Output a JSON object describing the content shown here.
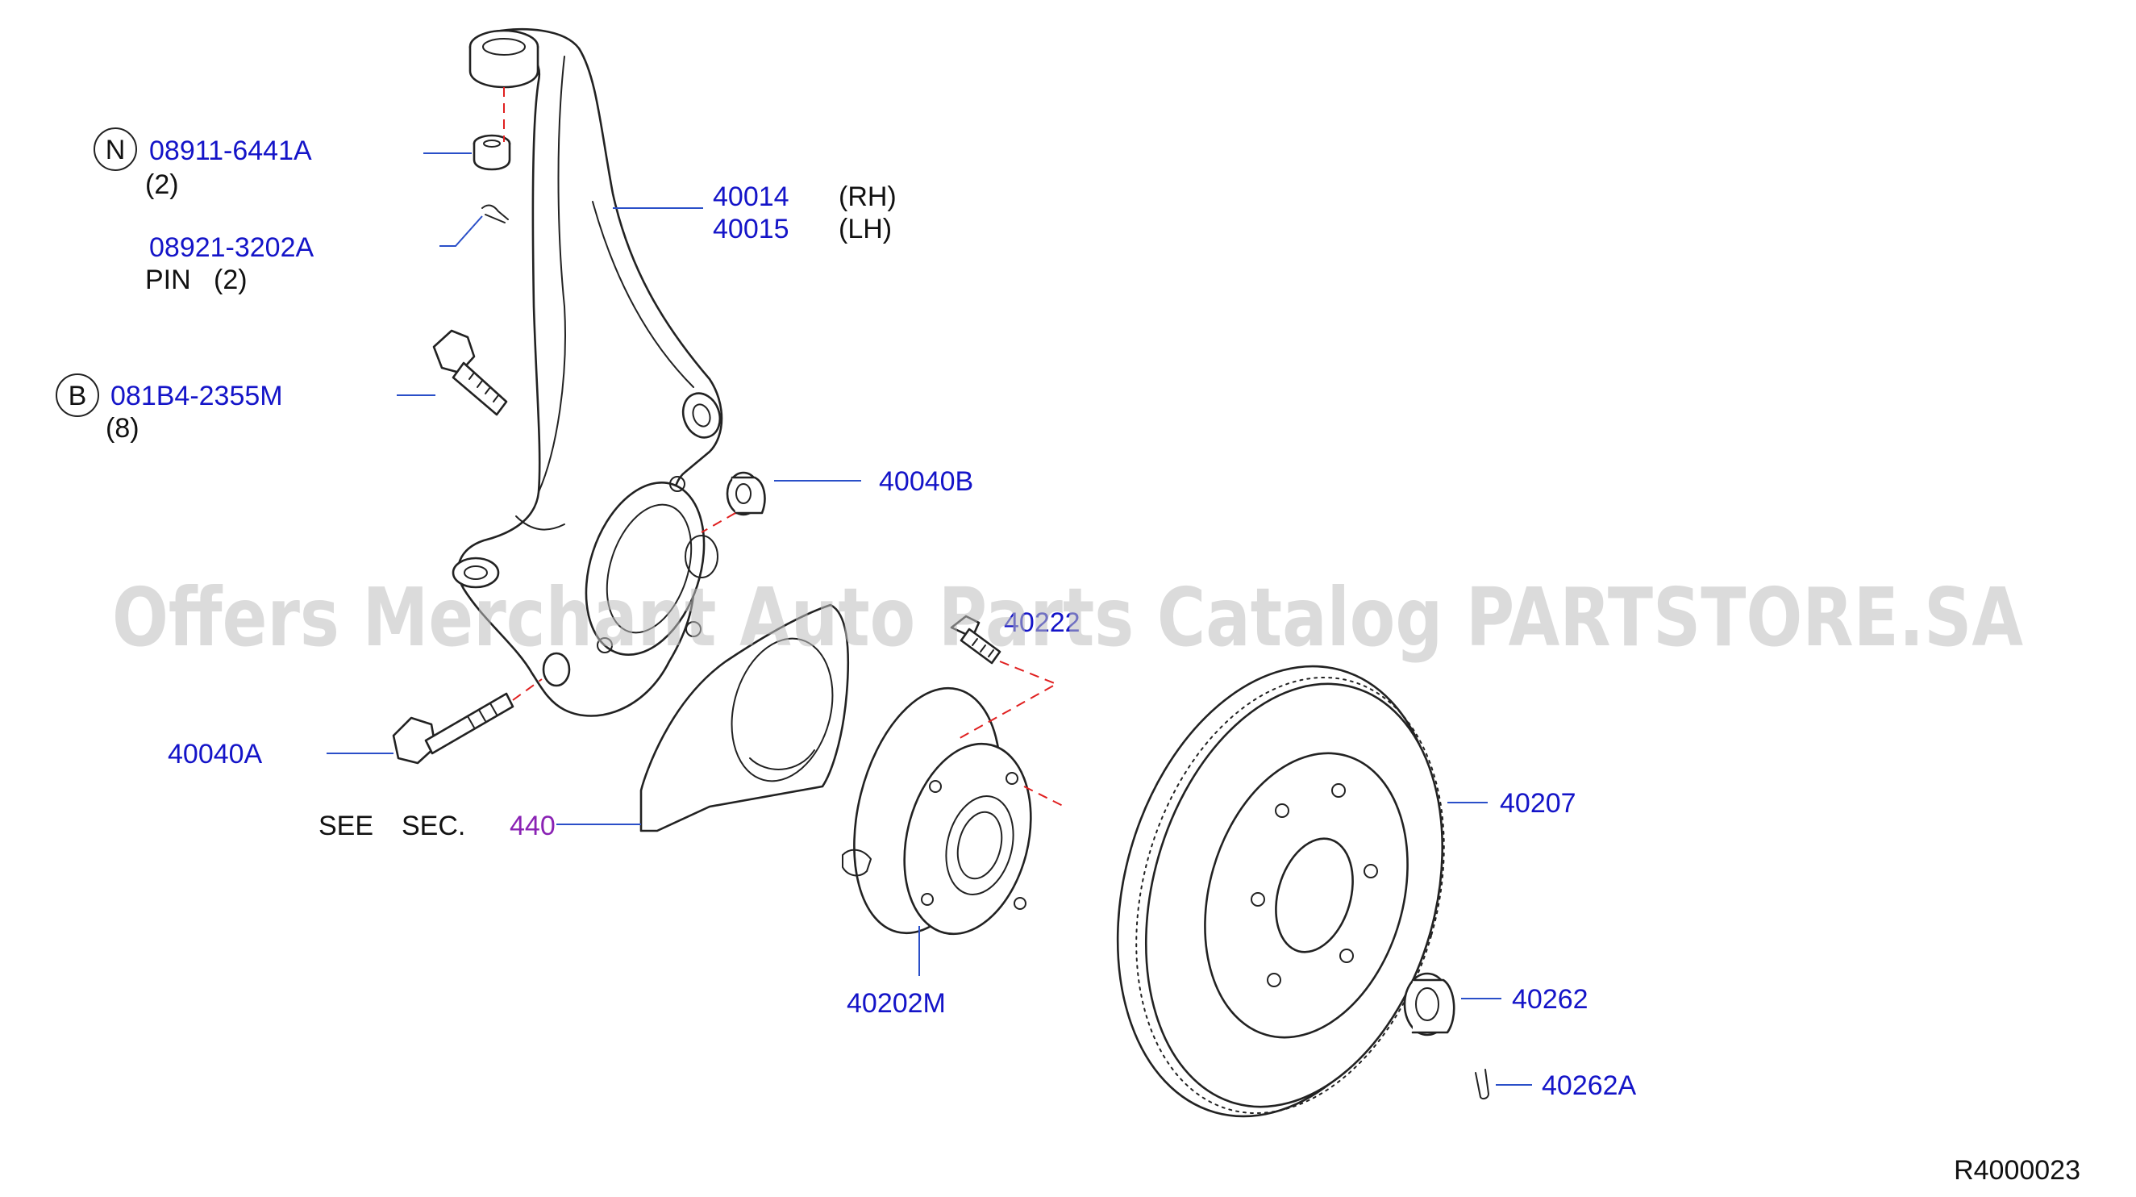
{
  "labels": {
    "n_marker": "N",
    "b_marker": "B",
    "p_0891164441a": "08911-6441A",
    "q_0891164441a": "(2)",
    "p_0892132020a": "08921-3202A",
    "n_pin": "PIN",
    "q_pin": "(2)",
    "p_081b42355m": "081B4-2355M",
    "q_081b42355m": "(8)",
    "p_40014": "40014",
    "s_rh": "(RH)",
    "p_40015": "40015",
    "s_lh": "(LH)",
    "p_40040b": "40040B",
    "p_40222": "40222",
    "p_40040a": "40040A",
    "see": "SEE",
    "sec": "SEC.",
    "sec_ref": "440",
    "p_40207": "40207",
    "p_40202m": "40202M",
    "p_40262": "40262",
    "p_40262a": "40262A",
    "diagram_code": "R4000023"
  },
  "watermark": "Offers Merchant Auto Parts Catalog PARTSTORE.SA",
  "colors": {
    "part_number": "#1414c8",
    "text": "#111111",
    "section_ref": "#8a22b4",
    "leader": "#2a4fc8",
    "guide_dash": "#e02020"
  }
}
